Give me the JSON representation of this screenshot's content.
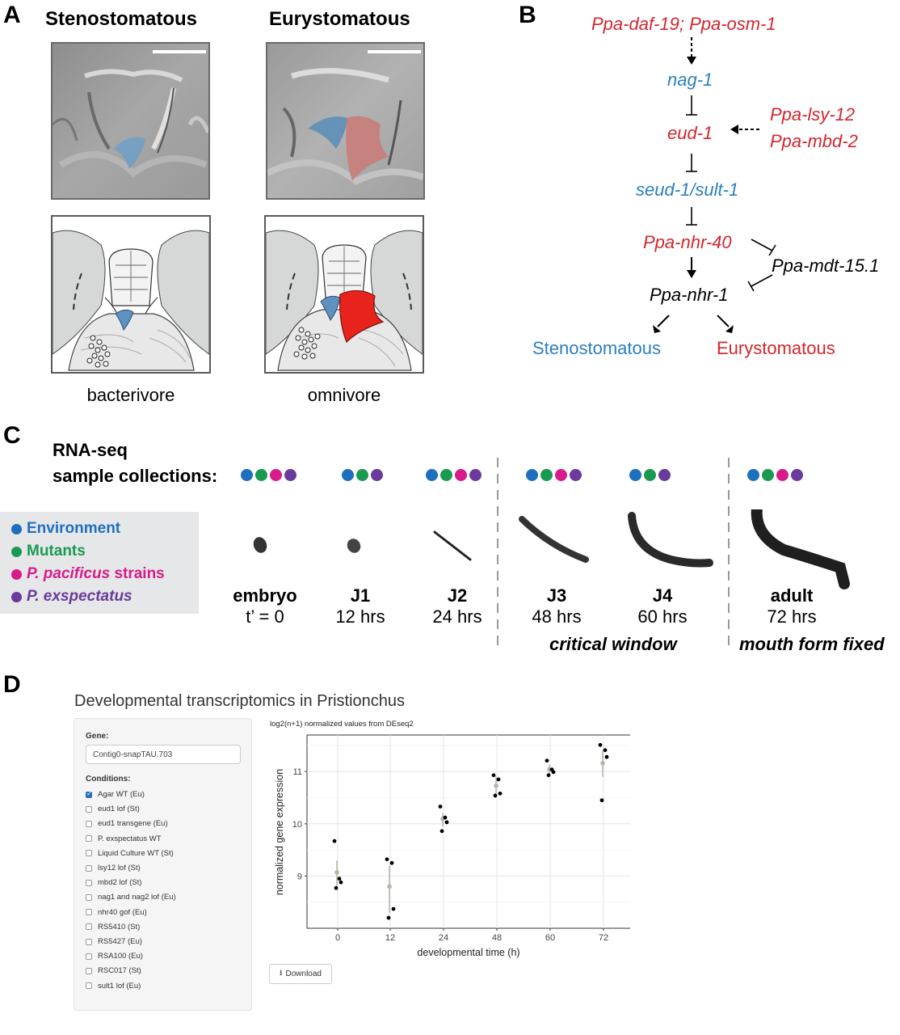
{
  "panelA": {
    "letter": "A",
    "left_title": "Stenostomatous",
    "right_title": "Eurystomatous",
    "left_caption": "bacterivore",
    "right_caption": "omnivore"
  },
  "panelB": {
    "letter": "B",
    "nodes": {
      "daf19_osm1": "Ppa-daf-19; Ppa-osm-1",
      "nag1": "nag-1",
      "eud1": "eud-1",
      "lsy12": "Ppa-lsy-12",
      "mbd2": "Ppa-mbd-2",
      "seud1": "seud-1/sult-1",
      "nhr40": "Ppa-nhr-40",
      "mdt15": "Ppa-mdt-15.1",
      "nhr1": "Ppa-nhr-1",
      "steno": "Stenostomatous",
      "eury": "Eurystomatous"
    },
    "colors": {
      "red": "#d3262d",
      "blue": "#2a7fc0",
      "black": "#000000"
    }
  },
  "panelC": {
    "letter": "C",
    "title_line1": "RNA-seq",
    "title_line2": "sample collections:",
    "legend": [
      {
        "label": "Environment",
        "color": "#1f6fbf",
        "italic_part": ""
      },
      {
        "label": "Mutants",
        "color": "#1a9a50",
        "italic_part": ""
      },
      {
        "label": "strains",
        "color": "#d81b8a",
        "italic_part": "P. pacificus"
      },
      {
        "label": "",
        "color": "#6a3a9c",
        "italic_part": "P. exspectatus"
      }
    ],
    "stages": [
      {
        "name": "embryo",
        "time": "t’ = 0",
        "dots": [
          "#1f6fbf",
          "#1a9a50",
          "#d81b8a",
          "#6a3a9c"
        ]
      },
      {
        "name": "J1",
        "time": "12 hrs",
        "dots": [
          "#1f6fbf",
          "#1a9a50",
          "#6a3a9c"
        ]
      },
      {
        "name": "J2",
        "time": "24 hrs",
        "dots": [
          "#1f6fbf",
          "#1a9a50",
          "#d81b8a",
          "#6a3a9c"
        ]
      },
      {
        "name": "J3",
        "time": "48 hrs",
        "dots": [
          "#1f6fbf",
          "#1a9a50",
          "#d81b8a",
          "#6a3a9c"
        ]
      },
      {
        "name": "J4",
        "time": "60 hrs",
        "dots": [
          "#1f6fbf",
          "#1a9a50",
          "#6a3a9c"
        ]
      },
      {
        "name": "adult",
        "time": "72 hrs",
        "dots": [
          "#1f6fbf",
          "#1a9a50",
          "#d81b8a",
          "#6a3a9c"
        ]
      }
    ],
    "critical_window": "critical window",
    "mouth_form_fixed": "mouth form fixed"
  },
  "panelD": {
    "letter": "D",
    "app_title": "Developmental transcriptomics in Pristionchus",
    "gene_label": "Gene:",
    "gene_value": "Contig0-snapTAU.703",
    "conditions_label": "Conditions:",
    "conditions": [
      {
        "label": "Agar WT (Eu)",
        "checked": true
      },
      {
        "label": "eud1 lof (St)",
        "checked": false
      },
      {
        "label": "eud1 transgene (Eu)",
        "checked": false
      },
      {
        "label": "P. exspectatus WT",
        "checked": false
      },
      {
        "label": "Liquid Culture WT (St)",
        "checked": false
      },
      {
        "label": "lsy12 lof (St)",
        "checked": false
      },
      {
        "label": "mbd2 lof (St)",
        "checked": false
      },
      {
        "label": "nag1 and nag2 lof (Eu)",
        "checked": false
      },
      {
        "label": "nhr40 gof (Eu)",
        "checked": false
      },
      {
        "label": "RS5410 (St)",
        "checked": false
      },
      {
        "label": "RS5427 (Eu)",
        "checked": false
      },
      {
        "label": "RSA100 (Eu)",
        "checked": false
      },
      {
        "label": "RSC017 (St)",
        "checked": false
      },
      {
        "label": "sult1 lof (Eu)",
        "checked": false
      }
    ],
    "download_label": "Download"
  },
  "chart_data": {
    "type": "scatter",
    "title": "log2(n+1) normalized values from DEseq2",
    "xlabel": "developmental time (h)",
    "ylabel": "normalized gene expression",
    "categories": [
      "0",
      "12",
      "24",
      "48",
      "60",
      "72"
    ],
    "yticks": [
      9,
      10,
      11
    ],
    "ylim": [
      8.0,
      11.7
    ],
    "grid": true,
    "points": [
      {
        "x": "0",
        "y": [
          9.67,
          8.95,
          8.88,
          8.77
        ]
      },
      {
        "x": "12",
        "y": [
          9.32,
          9.25,
          8.37,
          8.2
        ]
      },
      {
        "x": "24",
        "y": [
          10.33,
          10.12,
          10.03,
          9.86
        ]
      },
      {
        "x": "48",
        "y": [
          10.93,
          10.85,
          10.58,
          10.54
        ]
      },
      {
        "x": "60",
        "y": [
          11.21,
          11.04,
          10.99,
          10.93
        ]
      },
      {
        "x": "72",
        "y": [
          11.51,
          11.41,
          11.28,
          10.45
        ]
      }
    ],
    "mean": [
      {
        "x": "0",
        "y": 9.07,
        "range": [
          8.8,
          9.3
        ]
      },
      {
        "x": "12",
        "y": 8.8,
        "range": [
          8.3,
          9.2
        ]
      },
      {
        "x": "24",
        "y": 10.09,
        "range": [
          9.95,
          10.2
        ]
      },
      {
        "x": "48",
        "y": 10.73,
        "range": [
          10.55,
          10.9
        ]
      },
      {
        "x": "60",
        "y": 11.04,
        "range": [
          10.95,
          11.13
        ]
      },
      {
        "x": "72",
        "y": 11.16,
        "range": [
          10.9,
          11.4
        ]
      }
    ],
    "colors": {
      "point": "#000000",
      "mean": "#b9b4ab"
    }
  }
}
